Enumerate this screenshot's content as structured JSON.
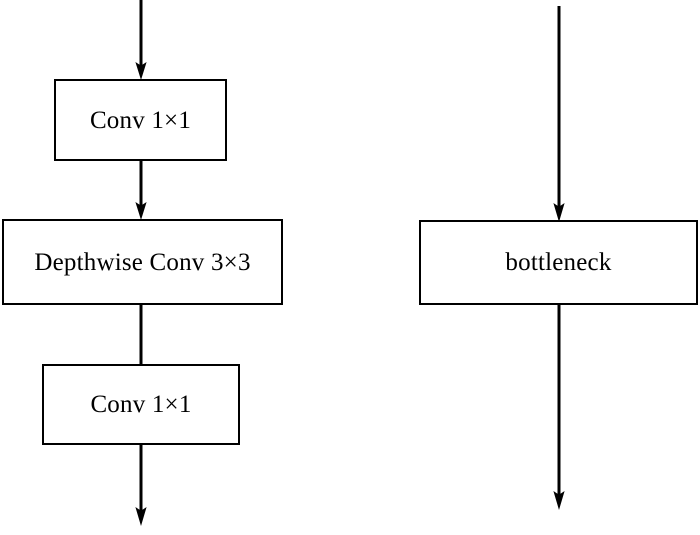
{
  "diagram": {
    "title": "Bottleneck block expansion diagram",
    "type": "flowchart",
    "background_color": "#ffffff",
    "stroke_color": "#000000",
    "text_color": "#000000",
    "columns": [
      {
        "id": "expanded-block",
        "name": "expanded-bottleneck-column",
        "nodes": [
          {
            "id": "conv-1x1-top",
            "label": "Conv 1×1"
          },
          {
            "id": "depthwise-conv-3x3",
            "label": "Depthwise Conv 3×3"
          },
          {
            "id": "conv-1x1-bottom",
            "label": "Conv 1×1"
          }
        ]
      },
      {
        "id": "collapsed-block",
        "name": "bottleneck-column",
        "nodes": [
          {
            "id": "bottleneck",
            "label": "bottleneck"
          }
        ]
      }
    ],
    "edges": [
      {
        "id": "edge-input-to-conv1",
        "from": "input",
        "to": "conv-1x1-top",
        "arrowhead": true
      },
      {
        "id": "edge-conv1-to-depthwise",
        "from": "conv-1x1-top",
        "to": "depthwise-conv-3x3",
        "arrowhead": true
      },
      {
        "id": "edge-depthwise-to-conv2",
        "from": "depthwise-conv-3x3",
        "to": "conv-1x1-bottom",
        "arrowhead": false
      },
      {
        "id": "edge-conv2-to-output",
        "from": "conv-1x1-bottom",
        "to": "output",
        "arrowhead": true
      },
      {
        "id": "edge-input-to-bottleneck",
        "from": "input",
        "to": "bottleneck",
        "arrowhead": true
      },
      {
        "id": "edge-bottleneck-to-output",
        "from": "bottleneck",
        "to": "output",
        "arrowhead": true
      }
    ]
  }
}
